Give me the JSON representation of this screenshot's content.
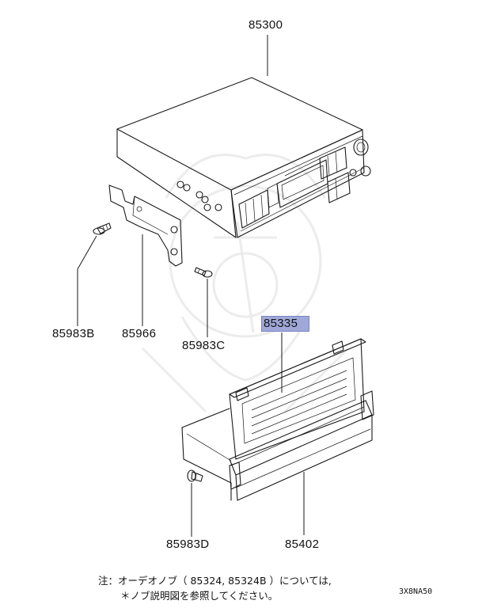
{
  "parts": {
    "p85300": "85300",
    "p85335": "85335",
    "p85983B": "85983B",
    "p85966": "85966",
    "p85983C": "85983C",
    "p85983D": "85983D",
    "p85402": "85402"
  },
  "highlight_color": "#9fa8d8",
  "note": {
    "line1": "注：オーデオノブ（ 85324, 85324B ）については,",
    "line2": "＊ノブ説明図を参照してください。"
  },
  "diagram_code": "3X8NA50",
  "watermark_icon": "samurai-helmet-watermark"
}
